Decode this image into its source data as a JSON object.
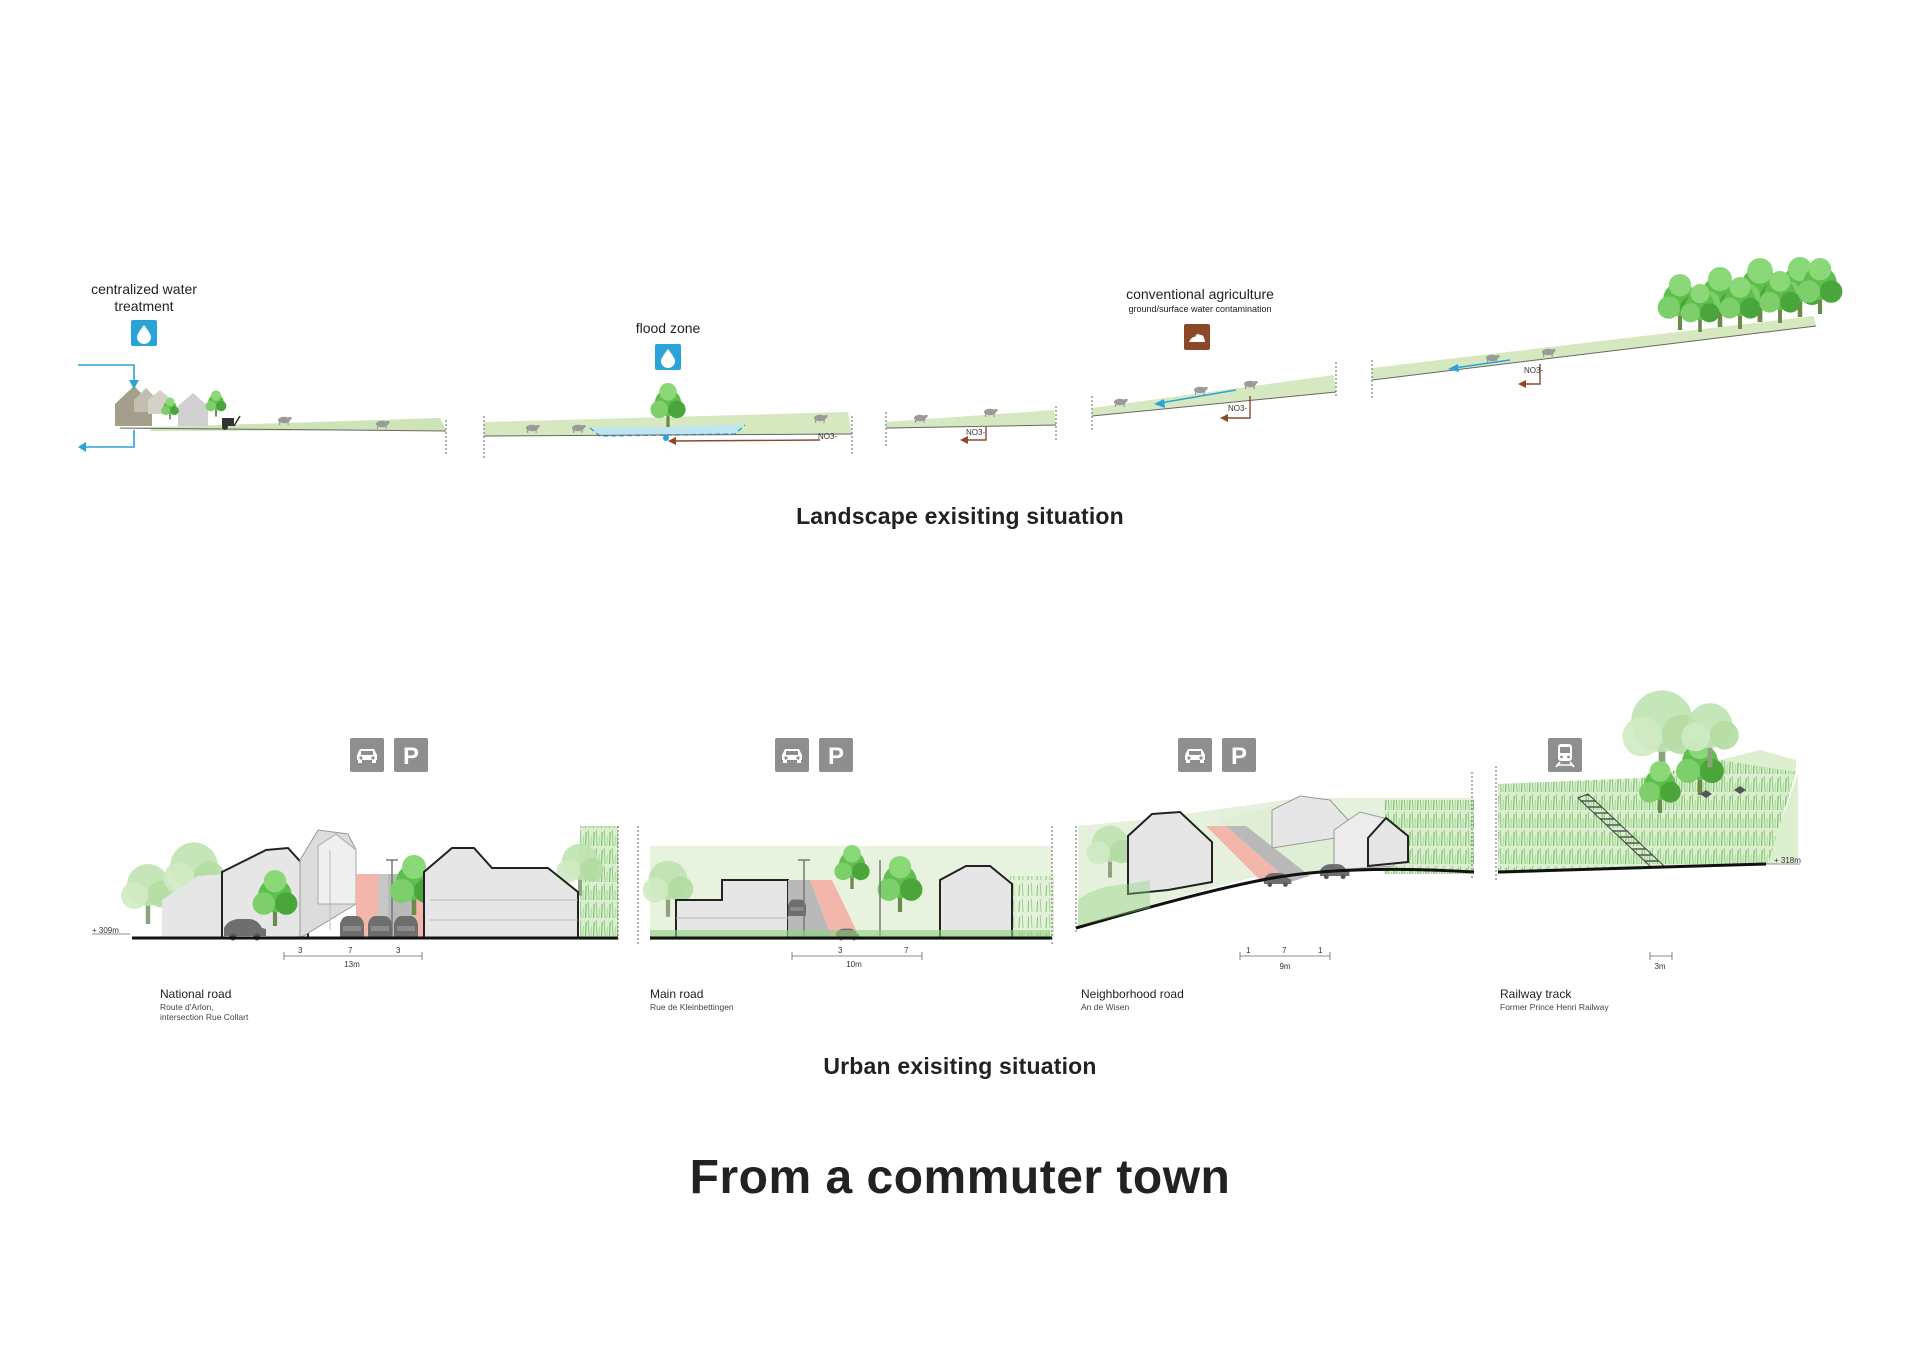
{
  "landscape": {
    "title": "Landscape exisiting situation",
    "annotations": {
      "water_treatment": "centralized water\ntreatment",
      "flood_zone": "flood zone",
      "agriculture": "conventional agriculture",
      "agriculture_sub": "ground/surface water contamination"
    },
    "nitrate_label": "NO3-",
    "icons": {
      "water_treatment": "water-drop-icon",
      "flood_zone": "water-drop-icon",
      "agriculture": "soil-pile-icon"
    },
    "colors": {
      "water": "#2aa3d9",
      "nitrate": "#8a4a2a",
      "ground": "#d6e8bf",
      "tree": "#5fbf4d"
    }
  },
  "urban": {
    "title": "Urban exisiting situation",
    "sections": [
      {
        "name": "National road",
        "sub": "Route d'Arlon,\nintersection Rue Collart",
        "dims": [
          "3",
          "7",
          "3"
        ],
        "total": "13m",
        "icons": [
          "car-icon",
          "parking-icon"
        ]
      },
      {
        "name": "Main road",
        "sub": "Rue de Kleinbettingen",
        "dims": [
          "3",
          "7"
        ],
        "total": "10m",
        "icons": [
          "car-icon",
          "parking-icon"
        ]
      },
      {
        "name": "Neighborhood road",
        "sub": "An de Wisen",
        "dims": [
          "1",
          "7",
          "1"
        ],
        "total": "9m",
        "icons": [
          "car-icon",
          "parking-icon"
        ]
      },
      {
        "name": "Railway track",
        "sub": "Former Prince Henri Railway",
        "dims": [],
        "total": "3m",
        "icons": [
          "train-icon"
        ]
      }
    ],
    "elevations": {
      "start": "+ 309m",
      "end": "+ 318m"
    },
    "colors": {
      "road": "#b9b9b9",
      "sidewalk": "#f2b7aa",
      "building": "#e6e6e6",
      "icon_bg": "#8e8e8e"
    }
  },
  "main_title": "From a commuter town"
}
